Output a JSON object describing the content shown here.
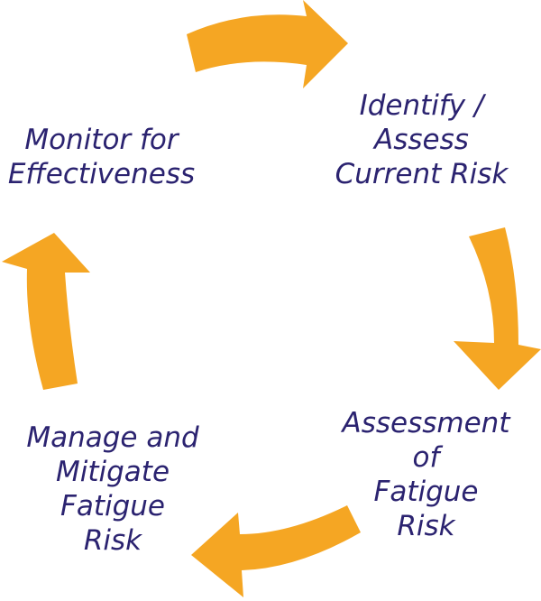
{
  "colors": {
    "arrow": "#F5A623",
    "text": "#2B2370",
    "background": "#FFFFFF"
  },
  "steps": [
    {
      "lines": [
        "Identify /",
        "Assess",
        "Current Risk"
      ]
    },
    {
      "lines": [
        "Assessment",
        "of",
        "Fatigue",
        "Risk"
      ]
    },
    {
      "lines": [
        "Manage and",
        "Mitigate",
        "Fatigue",
        "Risk"
      ]
    },
    {
      "lines": [
        "Monitor for",
        "Effectiveness"
      ]
    }
  ]
}
